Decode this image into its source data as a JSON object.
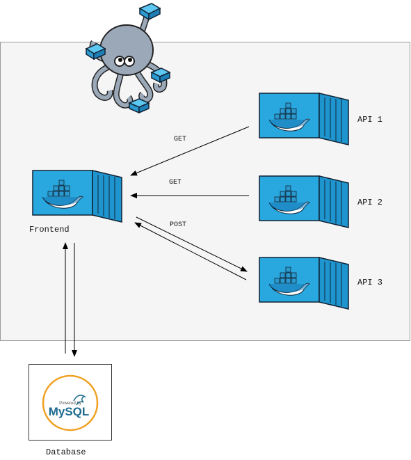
{
  "nodes": {
    "frontend": {
      "label": "Frontend"
    },
    "api1": {
      "label": "API 1"
    },
    "api2": {
      "label": "API 2"
    },
    "api3": {
      "label": "API 3"
    },
    "database": {
      "label": "Database"
    }
  },
  "edges": {
    "api1_to_frontend": "GET",
    "api2_to_frontend": "GET",
    "frontend_api3": "POST"
  },
  "logo": {
    "mysql_tagline": "Powered by",
    "mysql_wordmark": "MySQL"
  },
  "colors": {
    "container_blue": "#29a8e0",
    "container_dark": "#1779b5",
    "panel_bg": "#f5f5f5",
    "mysql_ring": "#f0a020",
    "octopus": "#9aa8b8"
  },
  "icons": {
    "orchestrator": "octopus-icon",
    "service": "docker-container-icon",
    "database": "mysql-logo"
  }
}
